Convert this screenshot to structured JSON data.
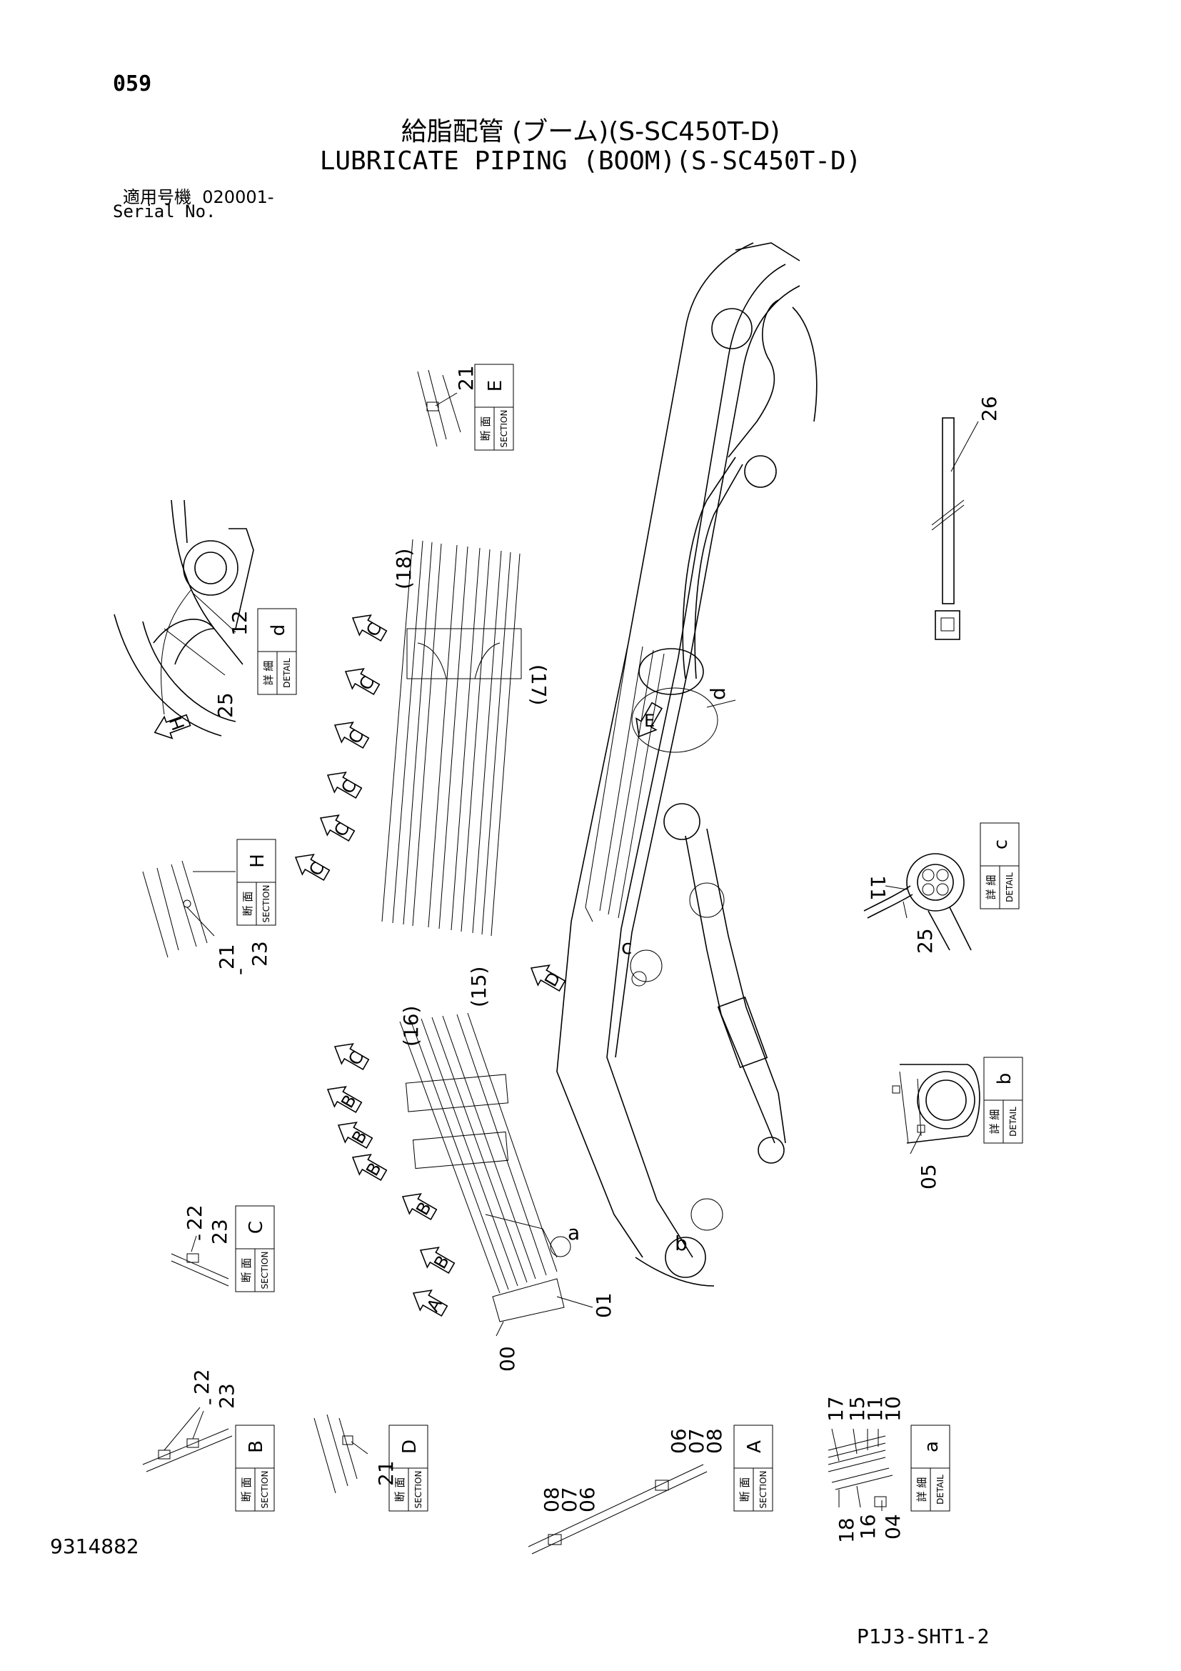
{
  "header": {
    "page_number": "059",
    "title_jp": "給脂配管 (ブーム)(S-SC450T-D)",
    "title_en": "LUBRICATE PIPING (BOOM)(S-SC450T-D)",
    "serial_label_jp": "適用号機",
    "serial_value": "020001-",
    "serial_label_en": "Serial No."
  },
  "footer": {
    "document_number": "9314882",
    "sheet_id": "P1J3-SHT1-2"
  },
  "detail_tags": {
    "jp": "詳 細",
    "en": "DETAIL",
    "letters": {
      "a": "a",
      "b": "b",
      "c": "c",
      "d": "d"
    }
  },
  "section_tags": {
    "jp": "断 面",
    "en": "SECTION",
    "letters": {
      "A": "A",
      "B": "B",
      "C": "C",
      "D": "D",
      "E": "E",
      "H": "H"
    }
  },
  "view_arrows": {
    "A": "A",
    "B": "B",
    "C": "C",
    "D": "D",
    "E": "E",
    "H": "H"
  },
  "view_markers": {
    "a": "a",
    "b": "b",
    "c": "c",
    "d": "d"
  },
  "callouts": {
    "c00": "00",
    "c01": "01",
    "c04": "04",
    "c05": "05",
    "c06": "06",
    "c07": "07",
    "c08": "08",
    "c10": "10",
    "c11": "11",
    "c12": "12",
    "c15": "15",
    "c16": "16",
    "c17": "17",
    "c18": "18",
    "c21": "21",
    "c22": "22",
    "c23": "23",
    "c25": "25",
    "c26": "26",
    "dash": "-",
    "p15": "(15)",
    "p16": "(16)",
    "p17": "(17)",
    "p18": "(18)"
  }
}
